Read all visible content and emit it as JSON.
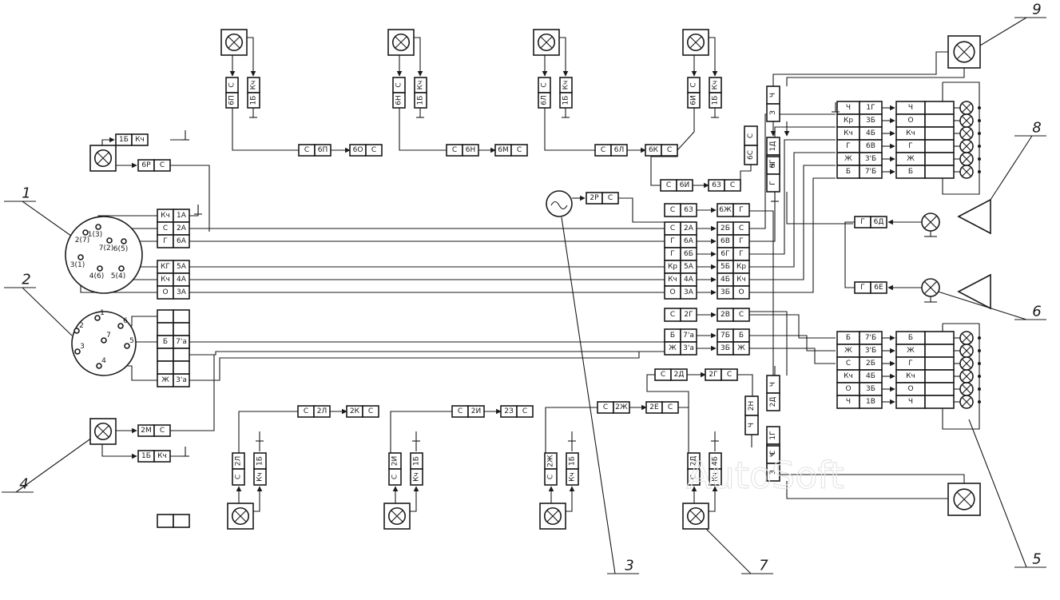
{
  "watermark": "AutoSoft",
  "callouts": [
    "1",
    "2",
    "3",
    "4",
    "5",
    "6",
    "7",
    "8",
    "9"
  ],
  "socket_one": {
    "pins": [
      "2(7)",
      "1(3)",
      "7(2)",
      "6(5)",
      "3(1)",
      "4(6)",
      "5(4)"
    ]
  },
  "socket_two": {
    "pins": [
      "1",
      "2",
      "6",
      "3",
      "7",
      "4",
      "5"
    ]
  },
  "left_terminals": [
    [
      "Кч",
      "1А"
    ],
    [
      "С",
      "2А"
    ],
    [
      "Г",
      "6А"
    ],
    [
      "КГ",
      "5А"
    ],
    [
      "Кч",
      "4А"
    ],
    [
      "О",
      "3А"
    ],
    [
      "Б",
      "7'а"
    ],
    [
      "Ж",
      "3'а"
    ]
  ],
  "top_left_lamp": {
    "rows": [
      [
        "1Б",
        "Кч"
      ],
      [
        "6Р",
        "С"
      ]
    ]
  },
  "lamp_four": {
    "rows": [
      [
        "2М",
        "С"
      ],
      [
        "1Б",
        "Кч"
      ]
    ]
  },
  "top_lamps": [
    {
      "conn": [
        [
          "С",
          "6П"
        ],
        [
          "Кч",
          "1Б"
        ]
      ]
    },
    {
      "conn": [
        [
          "С",
          "6Н"
        ],
        [
          "Кч",
          "1Б"
        ]
      ]
    },
    {
      "conn": [
        [
          "С",
          "6Л"
        ],
        [
          "Кч",
          "1Б"
        ]
      ]
    },
    {
      "conn": [
        [
          "С",
          "6И"
        ],
        [
          "Кч",
          "1Б"
        ]
      ]
    }
  ],
  "top_chain": [
    [
      "С",
      "6П"
    ],
    [
      "6О",
      "С"
    ],
    [
      "С",
      "6Н"
    ],
    [
      "6М",
      "С"
    ],
    [
      "С",
      "6Л"
    ],
    [
      "6К",
      "С"
    ],
    [
      "С",
      "6И"
    ],
    [
      "6З",
      "С"
    ]
  ],
  "vertical_6c": [
    "С",
    "6С"
  ],
  "sensor_three": [
    "2Р",
    "С"
  ],
  "central_left": [
    [
      "С",
      "6З"
    ],
    [
      "С",
      "2А"
    ],
    [
      "Г",
      "6А"
    ],
    [
      "Г",
      "6Б"
    ],
    [
      "Кр",
      "5А"
    ],
    [
      "Кч",
      "4А"
    ],
    [
      "О",
      "3А"
    ],
    [
      "С",
      "2Г"
    ],
    [
      "Б",
      "7'а"
    ],
    [
      "Ж",
      "3'а"
    ]
  ],
  "central_right": [
    [
      "6Ж",
      "Г"
    ],
    [
      "2Б",
      "С"
    ],
    [
      "6В",
      "Г"
    ],
    [
      "6Г",
      "Г"
    ],
    [
      "5Б",
      "Кр"
    ],
    [
      "4Б",
      "Кч"
    ],
    [
      "3Б",
      "О"
    ],
    [
      "2В",
      "С"
    ],
    [
      "7Б",
      "Б"
    ],
    [
      "3Б",
      "Ж"
    ]
  ],
  "bottom_lamps": [
    {
      "conn": [
        [
          "2Л",
          "С"
        ],
        [
          "1Б",
          "Кч"
        ]
      ]
    },
    {
      "conn": [
        [
          "2И",
          "С"
        ],
        [
          "1Б",
          "Кч"
        ]
      ]
    },
    {
      "conn": [
        [
          "2Ж",
          "С"
        ],
        [
          "1Б",
          "Кч"
        ]
      ]
    },
    {
      "conn": [
        [
          "2Д",
          "С"
        ],
        [
          "4Б",
          "Кч"
        ]
      ]
    }
  ],
  "bottom_chain": [
    [
      "С",
      "2Л"
    ],
    [
      "2К",
      "С"
    ],
    [
      "С",
      "2И"
    ],
    [
      "2З",
      "С"
    ],
    [
      "С",
      "2Ж"
    ],
    [
      "2Е",
      "С"
    ],
    [
      "С",
      "2Д"
    ],
    [
      "2Г",
      "С"
    ]
  ],
  "vertical_2h": [
    "2Н",
    "Ч"
  ],
  "top_right_plug": {
    "top": [
      "Ч",
      "З"
    ],
    "bottom": [
      "1Д",
      "6Г"
    ],
    "lower": [
      "Ч",
      "Г"
    ]
  },
  "bottom_right_plug": {
    "top": [
      "Ч",
      "2Д"
    ],
    "bottom": [
      "1Г",
      "С"
    ],
    "lower": [
      "Ч",
      "З"
    ]
  },
  "upper_block": {
    "left": [
      [
        "Ч",
        "1Г"
      ],
      [
        "Кр",
        "3Б"
      ],
      [
        "Кч",
        "4Б"
      ],
      [
        "Г",
        "6В"
      ],
      [
        "Ж",
        "3'Б"
      ],
      [
        "Б",
        "7'Б"
      ]
    ],
    "right": [
      "Ч",
      "О",
      "Кч",
      "Г",
      "Ж",
      "Б"
    ]
  },
  "lower_block": {
    "left": [
      [
        "Б",
        "7'Б"
      ],
      [
        "Ж",
        "3'Б"
      ],
      [
        "С",
        "2Б"
      ],
      [
        "Кч",
        "4Б"
      ],
      [
        "О",
        "3Б"
      ],
      [
        "Ч",
        "1В"
      ]
    ],
    "right": [
      "Б",
      "Ж",
      "Г",
      "Кч",
      "О",
      "Ч"
    ]
  },
  "mid_right": [
    [
      "Г",
      "6Д"
    ],
    [
      "Г",
      "6Е"
    ]
  ]
}
